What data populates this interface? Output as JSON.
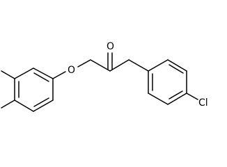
{
  "molecule": {
    "atoms": {
      "ketone_oxygen": "O",
      "ether_oxygen": "O",
      "chlorine": "Cl"
    },
    "colors": {
      "bond": "#000000",
      "label": "#000000",
      "background": "#ffffff"
    }
  }
}
